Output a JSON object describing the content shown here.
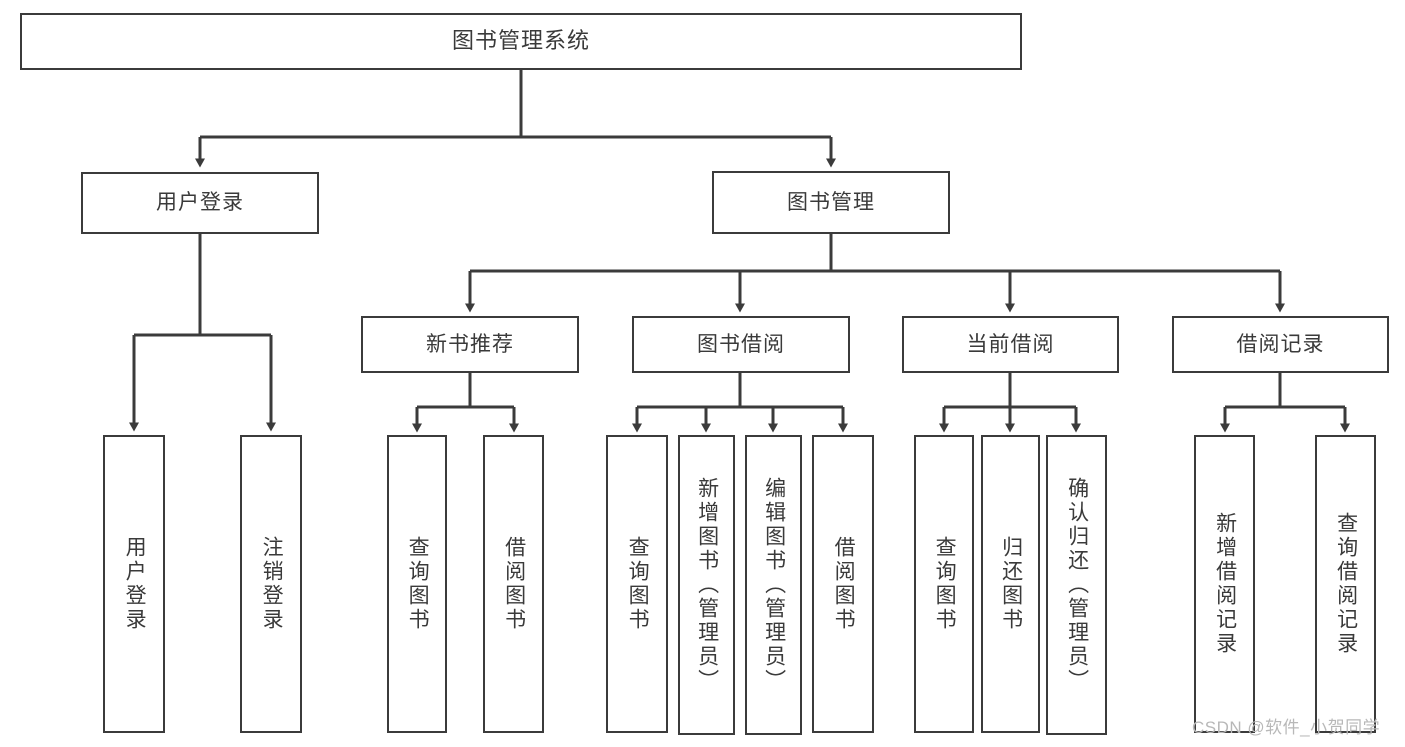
{
  "diagram": {
    "title": "图书管理系统",
    "type": "hierarchy-tree",
    "orientation": "top-down",
    "colors": {
      "background": "#ffffff",
      "border": "#3b3b3b",
      "text": "#3a3a3a",
      "connector": "#3b3b3b",
      "watermark": "#b8b8b8"
    },
    "root": {
      "label": "图书管理系统"
    },
    "level1": [
      {
        "label": "用户登录"
      },
      {
        "label": "图书管理"
      }
    ],
    "level2": [
      {
        "label": "新书推荐"
      },
      {
        "label": "图书借阅"
      },
      {
        "label": "当前借阅"
      },
      {
        "label": "借阅记录"
      }
    ],
    "leaves": {
      "user_login": [
        {
          "label": "用户登录"
        },
        {
          "label": "注销登录"
        }
      ],
      "new_book_recommend": [
        {
          "label": "查询图书"
        },
        {
          "label": "借阅图书"
        }
      ],
      "book_borrow": [
        {
          "label": "查询图书"
        },
        {
          "label": "新增图书（管理员）"
        },
        {
          "label": "编辑图书（管理员）"
        },
        {
          "label": "借阅图书"
        }
      ],
      "current_borrow": [
        {
          "label": "查询图书"
        },
        {
          "label": "归还图书"
        },
        {
          "label": "确认归还（管理员）"
        }
      ],
      "borrow_record": [
        {
          "label": "新增借阅记录"
        },
        {
          "label": "查询借阅记录"
        }
      ]
    }
  },
  "watermark": {
    "text": "CSDN @软件_小贺同学"
  }
}
